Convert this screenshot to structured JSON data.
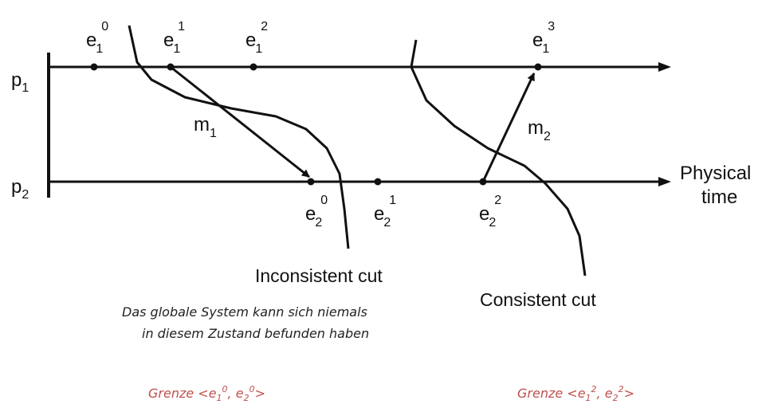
{
  "processes": [
    {
      "label": "p",
      "sub": "1"
    },
    {
      "label": "p",
      "sub": "2"
    }
  ],
  "events_p1": [
    {
      "base": "e",
      "sub": "1",
      "sup": "0"
    },
    {
      "base": "e",
      "sub": "1",
      "sup": "1"
    },
    {
      "base": "e",
      "sub": "1",
      "sup": "2"
    },
    {
      "base": "e",
      "sub": "1",
      "sup": "3"
    }
  ],
  "events_p2": [
    {
      "base": "e",
      "sub": "2",
      "sup": "0"
    },
    {
      "base": "e",
      "sub": "2",
      "sup": "1"
    },
    {
      "base": "e",
      "sub": "2",
      "sup": "2"
    }
  ],
  "messages": [
    {
      "base": "m",
      "sub": "1"
    },
    {
      "base": "m",
      "sub": "2"
    }
  ],
  "axis_label": {
    "line1": "Physical",
    "line2": "time"
  },
  "cuts": {
    "inconsistent": "Inconsistent cut",
    "consistent": "Consistent cut"
  },
  "note": {
    "line1": "Das globale System kann sich niemals",
    "line2": "in diesem Zustand befunden haben"
  },
  "grenzen": [
    {
      "prefix": "Grenze <",
      "a": "e",
      "a_sub": "1",
      "a_sup": "0",
      "sep": ", ",
      "b": "e",
      "b_sub": "2",
      "b_sup": "0",
      "suffix": ">"
    },
    {
      "prefix": "Grenze <",
      "a": "e",
      "a_sub": "1",
      "a_sup": "2",
      "sep": ", ",
      "b": "e",
      "b_sub": "2",
      "b_sup": "2",
      "suffix": ">"
    }
  ],
  "colors": {
    "line": "#111111",
    "grenze": "#c0504d"
  }
}
